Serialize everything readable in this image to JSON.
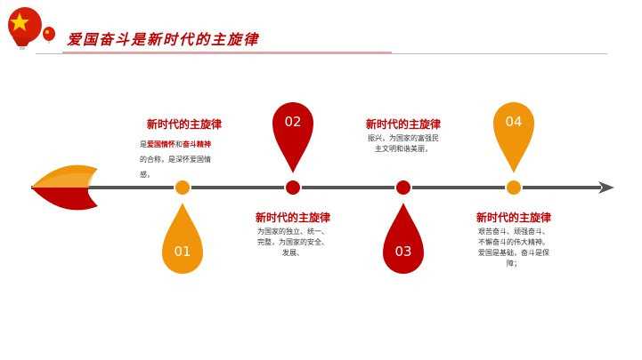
{
  "header": {
    "title": "爱国奋斗是新时代的主旋律"
  },
  "items": [
    {
      "number": "01",
      "title": "新时代的主旋律",
      "body_parts": [
        "是",
        "爱国情怀",
        "和",
        "奋斗精神"
      ],
      "body_rest": [
        "的合称，是深怀爱国情",
        "感，"
      ]
    },
    {
      "number": "02",
      "title": "新时代的主旋律",
      "body": [
        "为国家的独立、统一、",
        "完整，为国家的安全、",
        "发展、"
      ]
    },
    {
      "number": "03",
      "title": "新时代的主旋律",
      "body": [
        "振兴，为国家的富强民",
        "主文明和谐美丽，"
      ]
    },
    {
      "number": "04",
      "title": "新时代的主旋律",
      "body": [
        "艰苦奋斗、顽强奋斗、",
        "不懈奋斗的伟大精神。",
        "爱国是基础，奋斗是保",
        "障；"
      ]
    }
  ],
  "colors": {
    "red": "#c00000",
    "orange": "#f0940a"
  }
}
